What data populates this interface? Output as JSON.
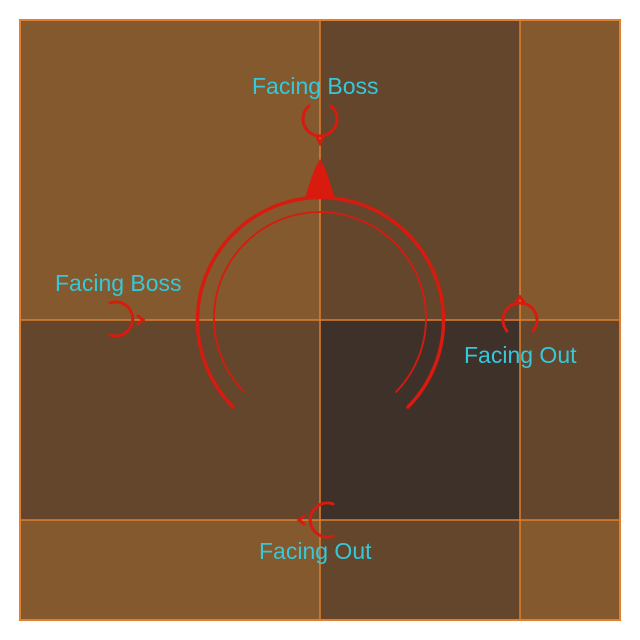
{
  "arena": {
    "colors": {
      "light_tile": "#83592d",
      "medium_tile": "#63462b",
      "dark_tile": "#3e3129",
      "grid_line": "#e07f2e",
      "border": "#e07f2e",
      "marker": "#d81a0f",
      "label": "#35c8dc"
    }
  },
  "markers": {
    "top": {
      "label": "Facing Boss"
    },
    "left": {
      "label": "Facing Boss"
    },
    "right": {
      "label": "Facing Out"
    },
    "bottom": {
      "label": "Facing Out"
    }
  }
}
